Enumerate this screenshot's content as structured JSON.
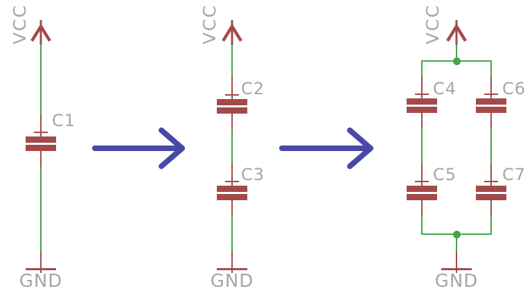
{
  "colors": {
    "wire_green": "#46A546",
    "symbol_red": "#A24A4A",
    "label_gray": "#A6A6A6",
    "arrow_blue": "#4848A8",
    "background": "#FFFFFF"
  },
  "schematics": [
    {
      "name": "single-capacitor",
      "power_label": "VCC",
      "ground_label": "GND",
      "capacitors": [
        {
          "ref": "C1"
        }
      ]
    },
    {
      "name": "two-series-capacitors",
      "power_label": "VCC",
      "ground_label": "GND",
      "capacitors": [
        {
          "ref": "C2"
        },
        {
          "ref": "C3"
        }
      ]
    },
    {
      "name": "series-parallel-capacitors",
      "power_label": "VCC",
      "ground_label": "GND",
      "capacitors": [
        {
          "ref": "C4"
        },
        {
          "ref": "C5"
        },
        {
          "ref": "C6"
        },
        {
          "ref": "C7"
        }
      ]
    }
  ],
  "arrows": [
    {
      "icon": "right-arrow"
    },
    {
      "icon": "right-arrow"
    }
  ]
}
